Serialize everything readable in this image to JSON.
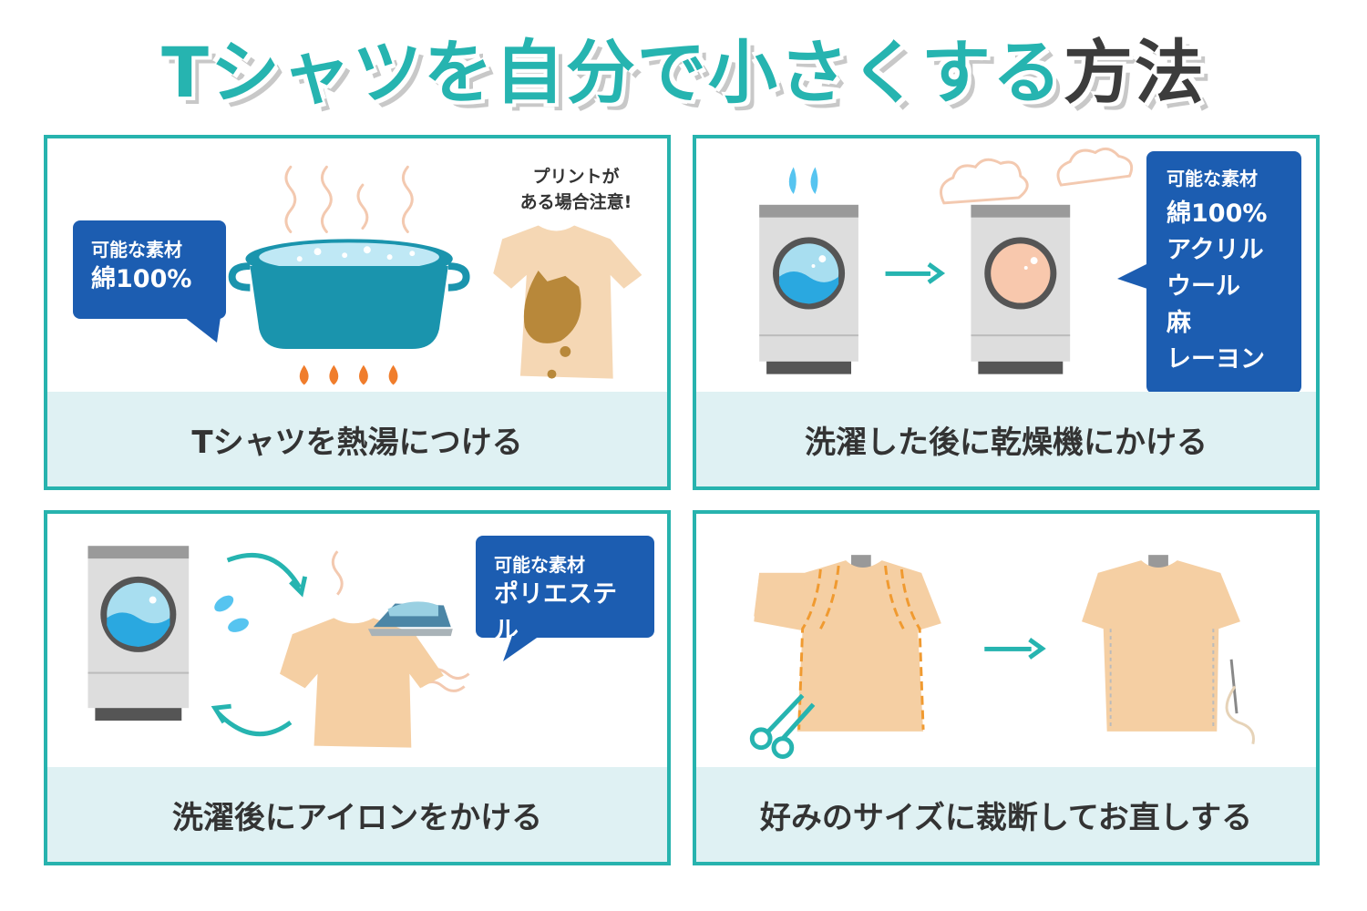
{
  "title": {
    "part1": "Tシャツを",
    "part2": "自分で小さくする",
    "part3": "方法"
  },
  "panels": [
    {
      "caption": "Tシャツを熱湯につける",
      "bubble": {
        "heading": "可能な素材",
        "materials": [
          "綿100%"
        ]
      },
      "warning": [
        "プリントが",
        "ある場合注意!"
      ]
    },
    {
      "caption": "洗濯した後に乾燥機にかける",
      "bubble": {
        "heading": "可能な素材",
        "materials": [
          "綿100%",
          "アクリル",
          "ウール",
          "麻",
          "レーヨン"
        ]
      }
    },
    {
      "caption": "洗濯後にアイロンをかける",
      "bubble": {
        "heading": "可能な素材",
        "materials": [
          "ポリエステル"
        ]
      }
    },
    {
      "caption": "好みのサイズに裁断してお直しする"
    }
  ],
  "colors": {
    "teal": "#26b4b0",
    "navy": "#1c5db1",
    "caption_bg": "#dff1f3",
    "shirt": "#f5cfa3"
  }
}
